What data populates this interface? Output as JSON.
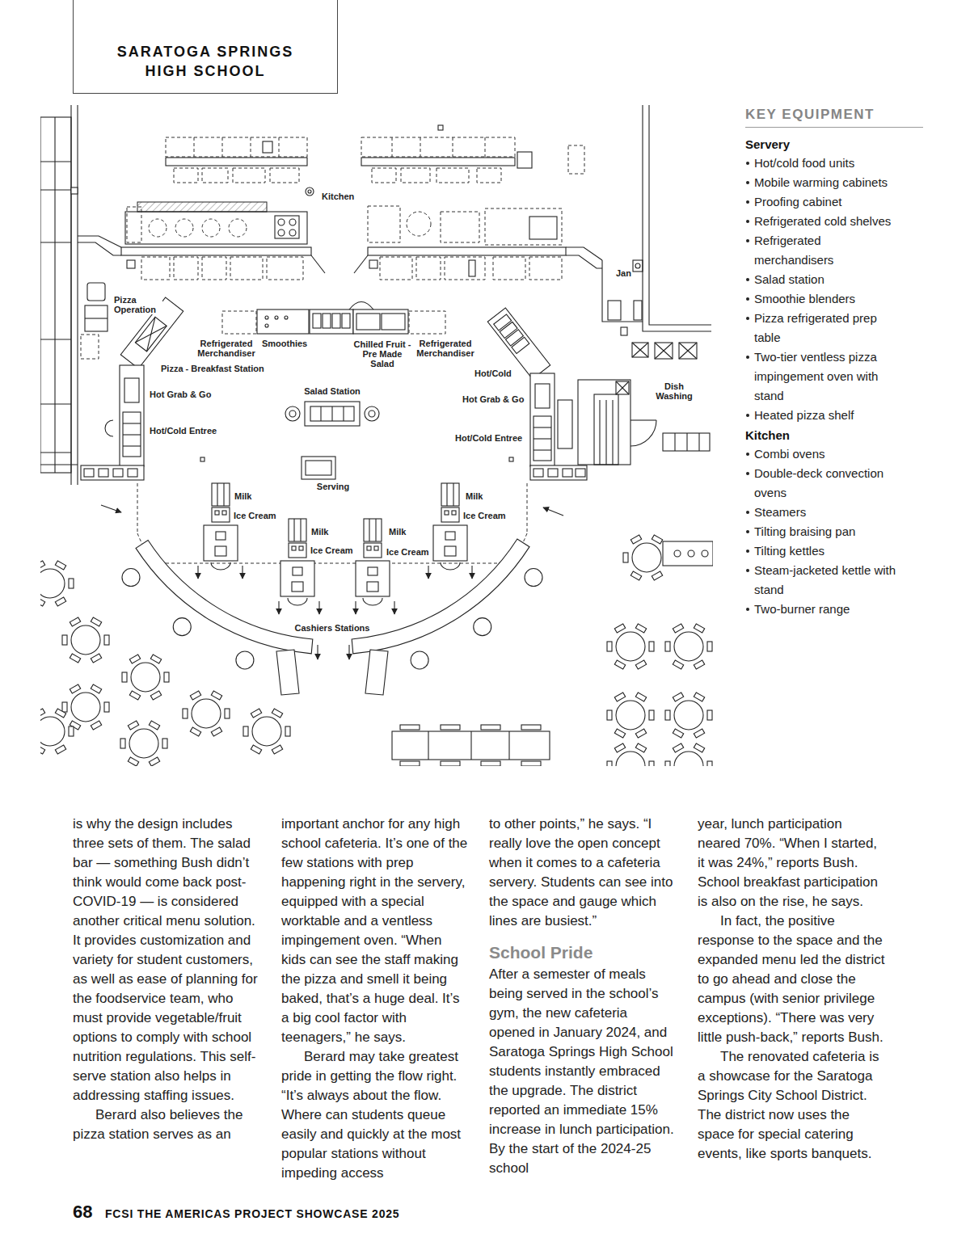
{
  "diagram": {
    "title": "SARATOGA SPRINGS HIGH SCHOOL",
    "labels": [
      "Kitchen",
      "Jan",
      "Pizza Operation",
      "Refrigerated Merchandiser",
      "Smoothies",
      "Chilled Fruit - Pre Made Salad",
      "Refrigerated Merchandiser",
      "Pizza - Breakfast Station",
      "Hot/Cold",
      "Hot Grab & Go",
      "Salad Station",
      "Dish Washing",
      "Hot Grab & Go",
      "Hot/Cold Entree",
      "Hot/Cold Entree",
      "Serving",
      "Milk",
      "Milk",
      "Ice Cream",
      "Ice Cream",
      "Milk",
      "Milk",
      "Ice Cream",
      "Ice Cream",
      "Cashiers Stations",
      "KEY EQUIPMENT",
      "Servery",
      "Hot/cold food units",
      "Mobile warming cabinets",
      "Proofing cabinet",
      "Refrigerated cold shelves",
      "Refrigerated merchandisers",
      "Salad station",
      "Smoothie blenders",
      "Pizza refrigerated prep table",
      "Two-tier ventless pizza impingement oven with stand",
      "Heated pizza shelf",
      "Kitchen",
      "Combi ovens",
      "Double-deck convection ovens",
      "Steamers",
      "Tilting braising pan",
      "Tilting kettles",
      "Steam-jacketed kettle with stand",
      "Two-burner range",
      "is why the design includes three sets of them. The salad bar — something Bush didn’t think would come back post-COVID-19 — is considered another critical menu solution. It provides customization and variety for student customers, as well as ease of planning for the foodservice team, who must provide vegetable/fruit options to comply with school nutrition regulations. This self-serve station also helps in addressing staffing issues.",
      "Berard also believes the pizza station serves as an",
      "important anchor for any high school cafeteria. It’s one of the few stations with prep happening right in the servery, equipped with a special worktable and a ventless impingement oven. “When kids can see the staff making the pizza and smell it being baked, that’s a huge deal. It’s a big cool factor with teenagers,” he says.",
      "Berard may take greatest pride in getting the flow right. “It’s always about the flow. Where can students queue easily and quickly at the most popular stations without impeding access",
      "to other points,” he says. “I really love the open concept when it comes to a cafeteria servery. Students can see into the space and gauge which lines are busiest.”",
      "School Pride",
      "After a semester of meals being served in the school’s gym, the new cafeteria opened in January 2024, and Saratoga Springs High School students instantly embraced the upgrade. The district reported an immediate 15% increase in lunch participation. By the start of the 2024-25 school",
      "year, lunch participation neared 70%. “When I started, it was 24%,” reports Bush. School breakfast participation is also on the rise, he says.",
      "In fact, the positive response to the space and the expanded menu led the district to go ahead and close the campus (with senior privilege exceptions). “There was very little push-back,” reports Bush.",
      "The renovated cafeteria is a showcase for the Saratoga Springs City School District. The district now uses the space for special catering events, like sports banquets.",
      "68",
      "FCSI THE AMERICAS PROJECT SHOWCASE 2025"
    ]
  }
}
